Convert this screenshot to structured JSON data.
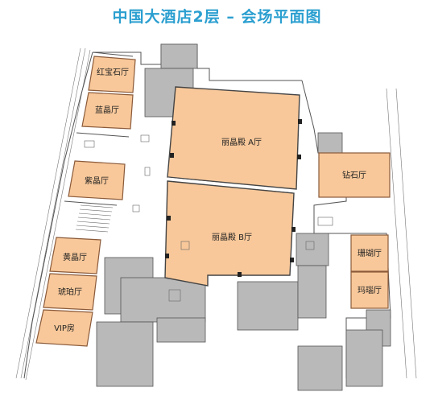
{
  "header": {
    "title": "中国大酒店2层 – 会场平面图"
  },
  "rooms": {
    "ruby": "红宝石厅",
    "sapphire": "蓝晶厅",
    "amethyst": "紫晶厅",
    "topaz": "黄晶厅",
    "amber": "琥珀厅",
    "vip": "VIP房",
    "grand_a": "丽晶殿 A厅",
    "grand_b": "丽晶殿 B厅",
    "diamond": "钻石厅",
    "coral": "珊瑚厅",
    "agate": "玛瑙厅"
  },
  "colors": {
    "title": "#2b9fd0",
    "room_fill": "#f8c89a",
    "room_stroke": "#8a5a3a",
    "service_fill": "#b9b9b9",
    "wall": "#444444"
  }
}
